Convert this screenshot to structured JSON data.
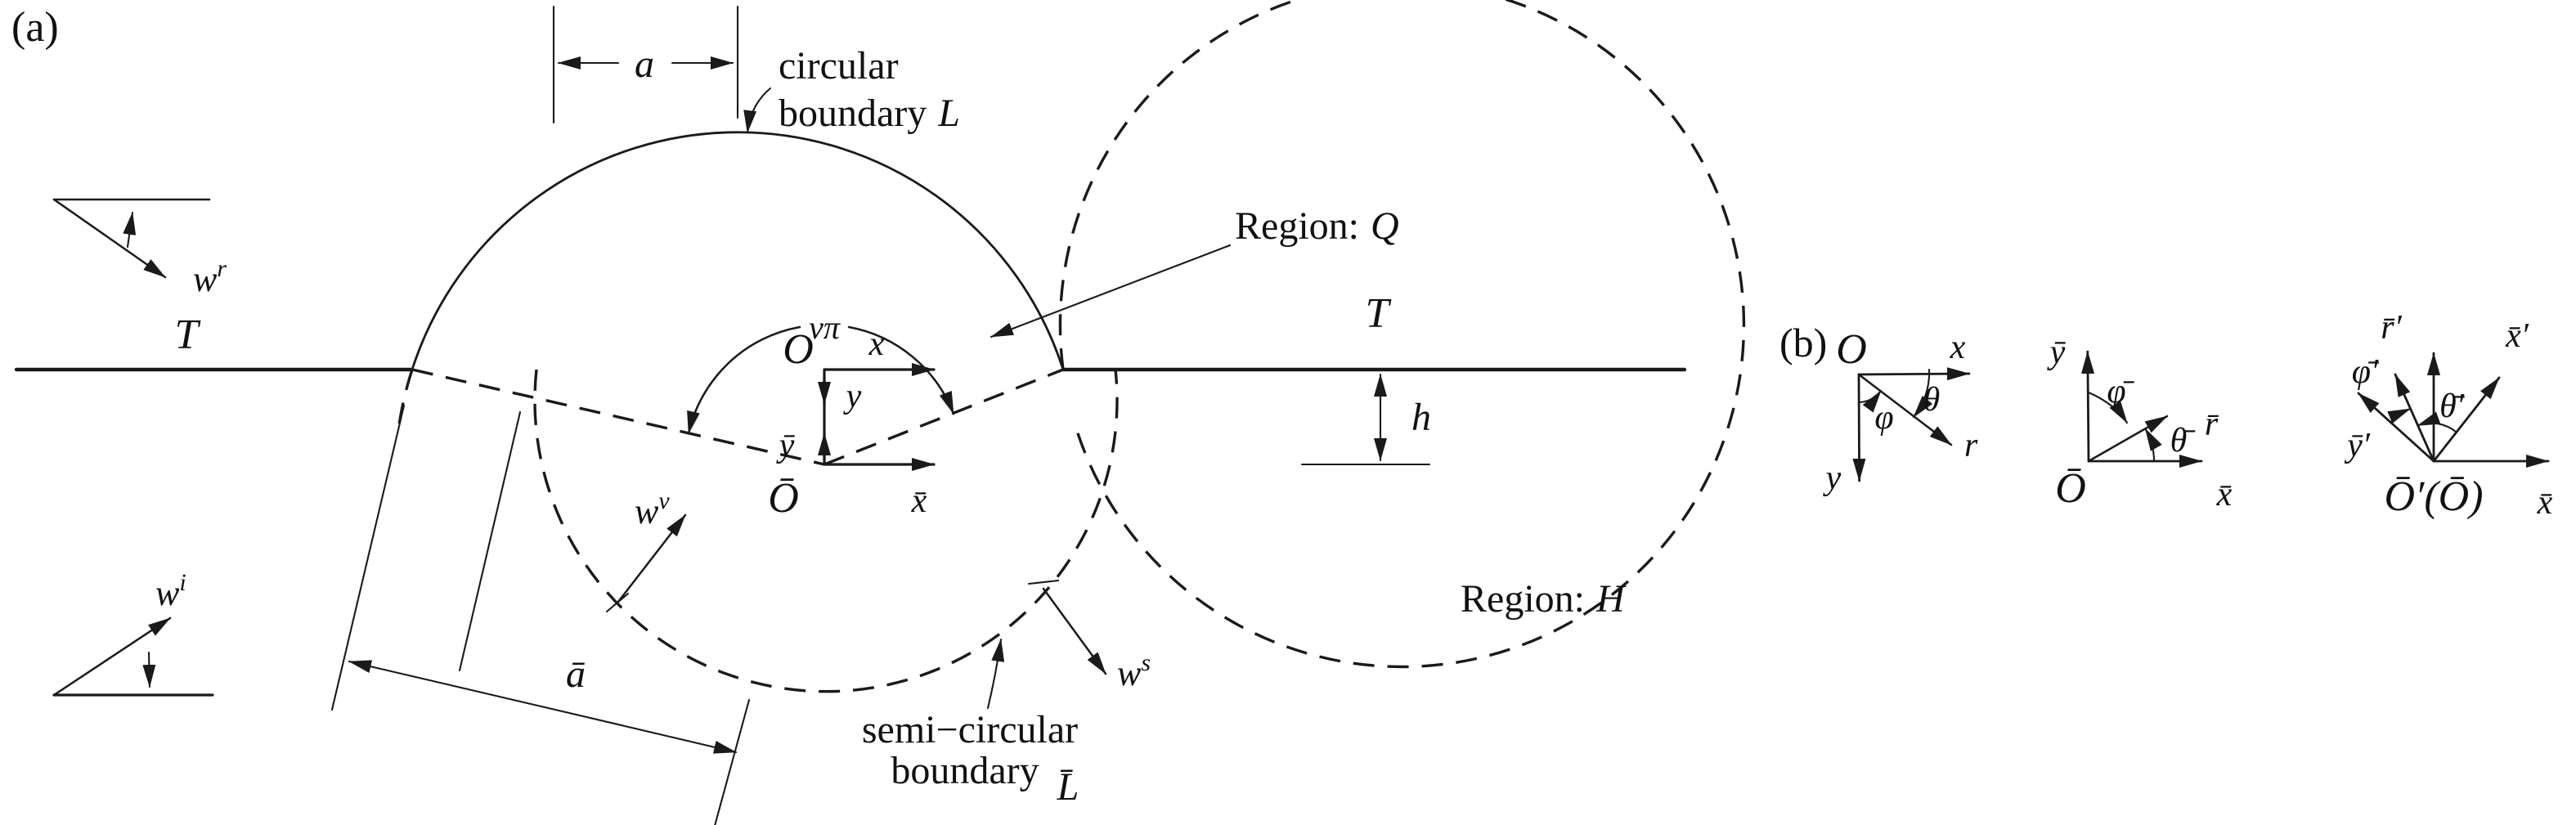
{
  "figure": {
    "panel_a": {
      "tag": "(a)",
      "dim_a": "a",
      "dim_abar": "ā",
      "dim_h": "h",
      "angle_vpi": "νπ",
      "surface_left": "T",
      "surface_right": "T",
      "origin_main": "O",
      "axis_x": "x",
      "axis_y": "y",
      "origin_bar": "Ō",
      "axis_xbar": "x̄",
      "axis_ybar": "ȳ",
      "circular_boundary": {
        "line1": "circular",
        "line2_word": "boundary",
        "line2_sym": "L"
      },
      "semi_boundary": {
        "line1": "semi−circular",
        "line2_word": "boundary",
        "sym": "L̄"
      },
      "region_q": {
        "word": "Region:",
        "sym": "Q"
      },
      "region_h": {
        "word": "Region:",
        "sym": "H"
      },
      "waves": {
        "wr": {
          "base": "w",
          "sup": "r"
        },
        "wi": {
          "base": "w",
          "sup": "i"
        },
        "wv": {
          "base": "w",
          "sup": "v"
        },
        "ws": {
          "base": "w",
          "sup": "s"
        }
      }
    },
    "panel_b": {
      "tag": "(b)",
      "sys1": {
        "origin": "O",
        "x": "x",
        "y": "y",
        "r": "r",
        "phi": "φ",
        "theta": "θ"
      },
      "sys2": {
        "origin": "Ō",
        "x": "x̄",
        "y": "ȳ",
        "r": "r̄",
        "phi": "φ̄",
        "theta": "θ̄"
      },
      "sys3": {
        "origin": "Ō′(Ō)",
        "x": "x̄",
        "x_prime": "x̄′",
        "y_prime": "ȳ′",
        "r_prime": "r̄′",
        "phi_prime": "φ̄′",
        "theta_prime": "θ̄′"
      }
    }
  }
}
